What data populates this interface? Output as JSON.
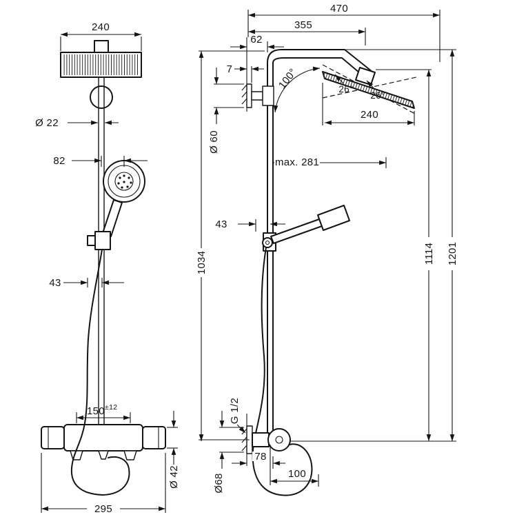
{
  "canvas": {
    "background": "#ffffff",
    "line_color": "#141414"
  },
  "drawing": {
    "front_view": {
      "head_width": "240",
      "bar_diameter": "Ø 22",
      "handshower_offset": "82",
      "hose_offset": "43",
      "valve_centers": "150",
      "valve_centers_tolerance": "±12",
      "valve_width": "295",
      "handle_diameter": "Ø 42"
    },
    "side_view": {
      "max_projection": "470",
      "arm_projection": "355",
      "wall_to_bar": "62",
      "bracket_depth": "7",
      "head_angle": "100°",
      "bracket_escutcheon_diameter": "Ø 60",
      "handshower_max_reach": "max. 281",
      "holder_offset": "43",
      "bar_height": "1034",
      "head_swivel_front": "26°",
      "head_swivel_back": "26°",
      "head_depth": "240",
      "head_height": "1114",
      "total_height": "1201",
      "connection_thread": "G 1/2",
      "valve_escutcheon_diameter": "Ø68",
      "valve_depth": "78",
      "hose_clearance": "100"
    }
  }
}
